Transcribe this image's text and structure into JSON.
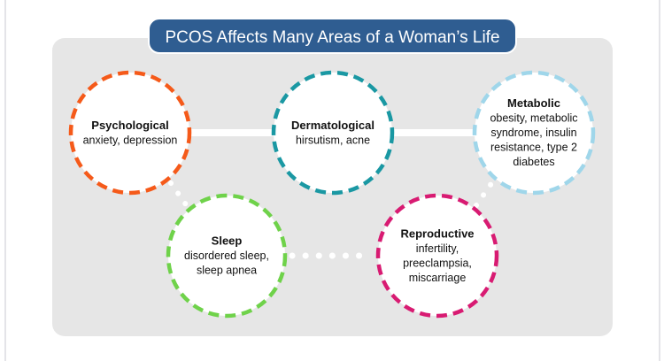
{
  "title": "PCOS Affects Many Areas of a Woman’s Life",
  "colors": {
    "title_bg": "#2f5d91",
    "panel": "#e6e6e6",
    "psychological": "#f55a1a",
    "dermatological": "#1a98a3",
    "metabolic": "#9fd6ea",
    "sleep": "#6fd24a",
    "reproductive": "#d81b72"
  },
  "areas": [
    {
      "id": "psychological",
      "name": "Psychological",
      "lines": [
        "anxiety, depression"
      ]
    },
    {
      "id": "dermatological",
      "name": "Dermatological",
      "lines": [
        "hirsutism, acne"
      ]
    },
    {
      "id": "metabolic",
      "name": "Metabolic",
      "lines": [
        "obesity, metabolic",
        "syndrome, insulin",
        "resistance, type 2",
        "diabetes"
      ]
    },
    {
      "id": "sleep",
      "name": "Sleep",
      "lines": [
        "disordered sleep,",
        "sleep apnea"
      ]
    },
    {
      "id": "reproductive",
      "name": "Reproductive",
      "lines": [
        "infertility,",
        "preeclampsia,",
        "miscarriage"
      ]
    }
  ]
}
